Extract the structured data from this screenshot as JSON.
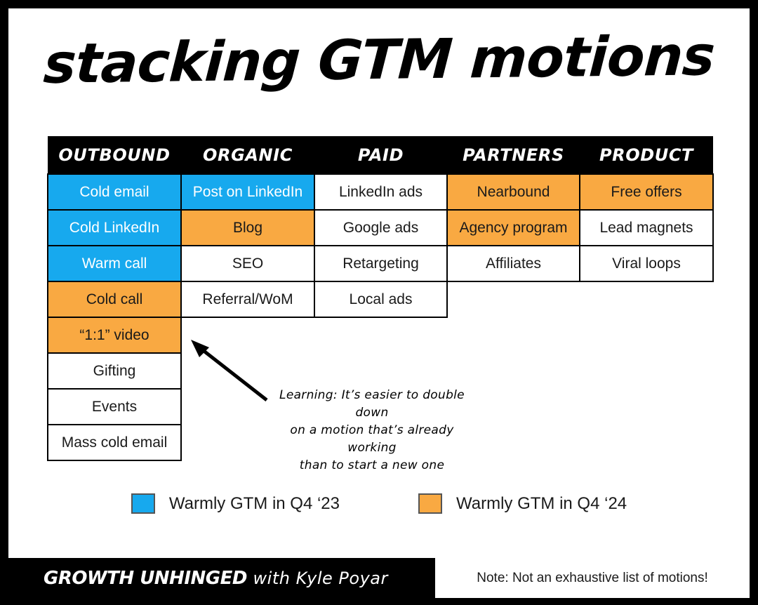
{
  "title": "stacking GTM motions",
  "colors": {
    "blue": "#17A9EE",
    "orange": "#F9A942",
    "black": "#000000",
    "white": "#FFFFFF"
  },
  "table": {
    "headers": [
      "OUTBOUND",
      "ORGANIC",
      "PAID",
      "PARTNERS",
      "PRODUCT"
    ],
    "columns": [
      {
        "header": "OUTBOUND",
        "cells": [
          {
            "label": "Cold email",
            "fill": "blue"
          },
          {
            "label": "Cold LinkedIn",
            "fill": "blue"
          },
          {
            "label": "Warm call",
            "fill": "blue"
          },
          {
            "label": "Cold call",
            "fill": "orange"
          },
          {
            "label": "“1:1” video",
            "fill": "orange"
          },
          {
            "label": "Gifting",
            "fill": "none"
          },
          {
            "label": "Events",
            "fill": "none"
          },
          {
            "label": "Mass cold email",
            "fill": "none"
          }
        ]
      },
      {
        "header": "ORGANIC",
        "cells": [
          {
            "label": "Post on LinkedIn",
            "fill": "blue"
          },
          {
            "label": "Blog",
            "fill": "orange"
          },
          {
            "label": "SEO",
            "fill": "none"
          },
          {
            "label": "Referral/WoM",
            "fill": "none"
          }
        ]
      },
      {
        "header": "PAID",
        "cells": [
          {
            "label": "LinkedIn ads",
            "fill": "none"
          },
          {
            "label": "Google ads",
            "fill": "none"
          },
          {
            "label": "Retargeting",
            "fill": "none"
          },
          {
            "label": "Local ads",
            "fill": "none"
          }
        ]
      },
      {
        "header": "PARTNERS",
        "cells": [
          {
            "label": "Nearbound",
            "fill": "orange"
          },
          {
            "label": "Agency program",
            "fill": "orange"
          },
          {
            "label": "Affiliates",
            "fill": "none"
          }
        ]
      },
      {
        "header": "PRODUCT",
        "cells": [
          {
            "label": "Free offers",
            "fill": "orange"
          },
          {
            "label": "Lead magnets",
            "fill": "none"
          },
          {
            "label": "Viral loops",
            "fill": "none"
          }
        ]
      }
    ]
  },
  "annotation": {
    "line1": "Learning: It’s easier to double down",
    "line2": "on a motion that’s already working",
    "line3": "than to start a new one"
  },
  "legend": {
    "items": [
      {
        "label": "Warmly GTM in Q4 ‘23",
        "color": "#17A9EE",
        "swatch": "blue-swatch"
      },
      {
        "label": "Warmly GTM in Q4 ‘24",
        "color": "#F9A942",
        "swatch": "orange-swatch"
      }
    ]
  },
  "footer": {
    "brand": "GROWTH UNHINGED",
    "byline": "with Kyle Poyar",
    "note": "Note: Not an exhaustive list of motions!"
  }
}
